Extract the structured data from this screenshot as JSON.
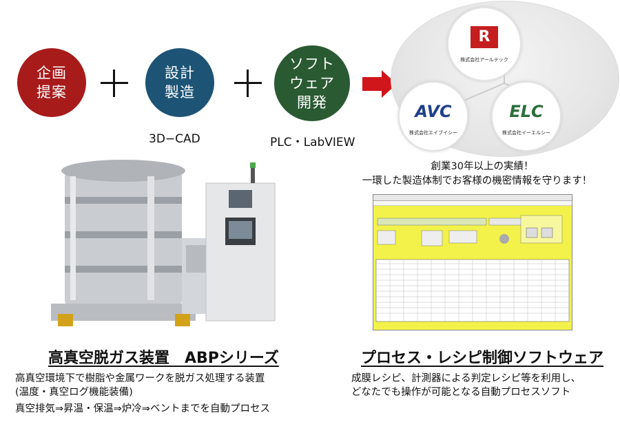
{
  "flow": {
    "step1": "企画\n提案",
    "step2": "設計\n製造",
    "step3": "ソフト\nウェア\n開発",
    "step2_caption": "3D−CAD",
    "step3_caption": "PLC・LabVIEW"
  },
  "group": {
    "company1": "株式会社アールテック",
    "company2": "株式会社エイブイシー",
    "company3": "株式会社イーエルシー",
    "logo1": "R",
    "logo2": "AVC",
    "logo3": "ELC",
    "message_line1": "創業30年以上の実績！",
    "message_line2": "一環した製造体制でお客様の機密情報を守ります！"
  },
  "product": {
    "heading": "高真空脱ガス装置　ABPシリーズ",
    "desc_line1": "高真空環境下で樹脂や金属ワークを脱ガス処理する装置",
    "desc_line2": "(温度・真空ログ機能装備)",
    "desc_line3": "真空排気⇒昇温・保温⇒炉冷⇒ベントまでを自動プロセス"
  },
  "software": {
    "heading": "プロセス・レシピ制御ソフトウェア",
    "desc_line1": "成膜レシピ、計測器による判定レシピ等を利用し、",
    "desc_line2": "どなたでも操作が可能となる自動プロセスソフト"
  },
  "colors": {
    "step1": "#a81b1b",
    "step2": "#1d5476",
    "step3": "#2a5a32",
    "arrow": "#d0161b",
    "sw_bg": "#f2f24a"
  }
}
